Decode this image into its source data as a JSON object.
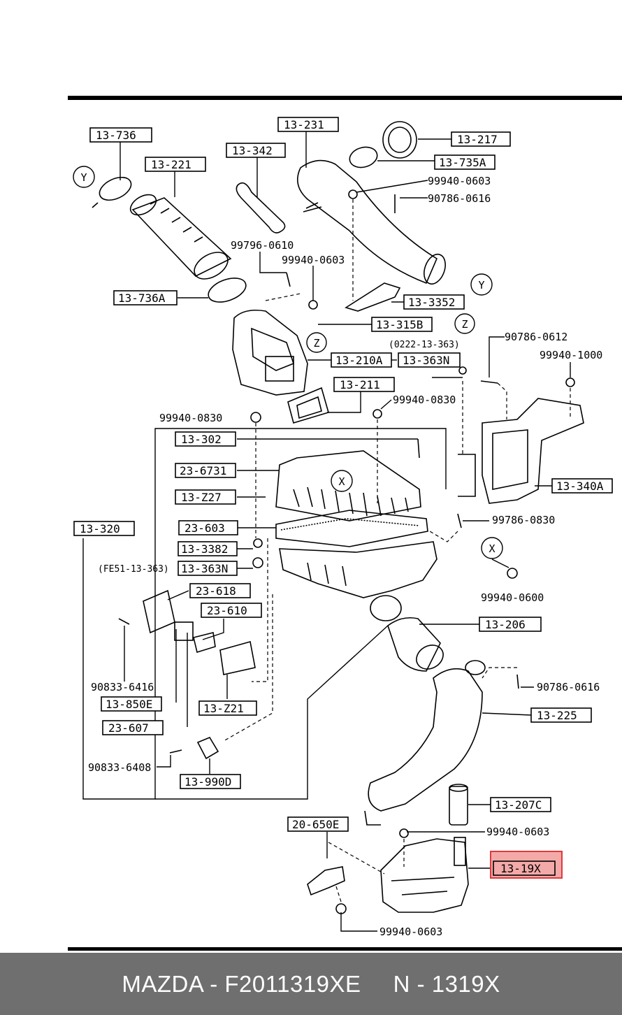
{
  "labels": {
    "l13_736": "13-736",
    "l13_342": "13-342",
    "l13_231": "13-231",
    "l13_217": "13-217",
    "l13_735A": "13-735A",
    "l13_221": "13-221",
    "l99940_0603_a": "99940-0603",
    "l90786_0616_a": "90786-0616",
    "l99796_0610": "99796-0610",
    "l99940_0603_b": "99940-0603",
    "l13_736A": "13-736A",
    "l13_3352": "13-3352",
    "l13_315B": "13-315B",
    "l0222": "(0222-13-363)",
    "l13_210A": "13-210A",
    "l13_363N_a": "13-363N",
    "l90786_0612": "90786-0612",
    "l99940_1000": "99940-1000",
    "l13_211": "13-211",
    "l99940_0830_a": "99940-0830",
    "l99940_0830_b": "99940-0830",
    "l13_302": "13-302",
    "l23_6731": "23-6731",
    "l13_Z27": "13-Z27",
    "l13_340A": "13-340A",
    "l13_320": "13-320",
    "l23_603": "23-603",
    "l99786_0830": "99786-0830",
    "l13_3382": "13-3382",
    "lFE51": "(FE51-13-363)",
    "l13_363N_b": "13-363N",
    "l99940_0600": "99940-0600",
    "l23_618": "23-618",
    "l23_610": "23-610",
    "l13_206": "13-206",
    "l90786_0616_b": "90786-0616",
    "l90833_6416": "90833-6416",
    "l13_850E": "13-850E",
    "l13_Z21": "13-Z21",
    "l13_225": "13-225",
    "l23_607": "23-607",
    "l90833_6408": "90833-6408",
    "l13_990D": "13-990D",
    "l13_207C": "13-207C",
    "l20_650E": "20-650E",
    "l99940_0603_c": "99940-0603",
    "l13_19X": "13-19X",
    "l99940_0603_d": "99940-0603"
  },
  "markers": {
    "Y": "Y",
    "Z": "Z",
    "X": "X"
  },
  "footer": {
    "part": "MAZDA - F2011319XE",
    "code": "N - 1319X"
  },
  "colors": {
    "highlight": "#e03a3a",
    "highlight_fill": "#f4a9a9",
    "footer_bg": "#6f6f6f"
  }
}
